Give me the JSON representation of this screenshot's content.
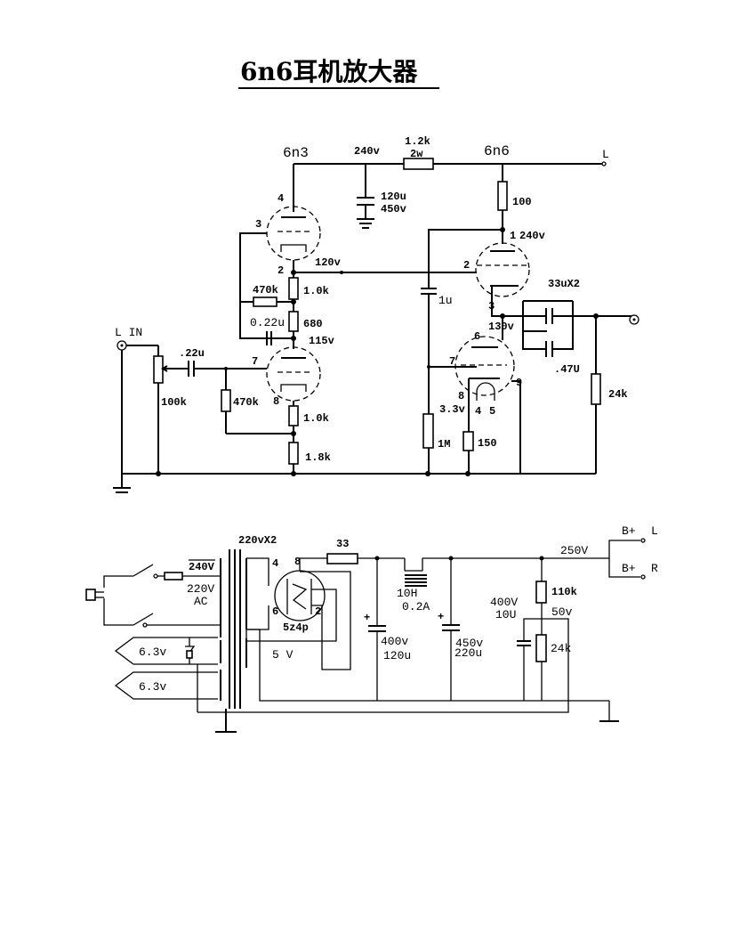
{
  "title": "6n6耳机放大器",
  "amp": {
    "tube1": "6n3",
    "tube2": "6n6",
    "b_voltage": "240v",
    "r_drop_value": "1.2k",
    "r_drop_power": "2w",
    "filter_cap_value": "120u",
    "filter_cap_voltage": "450v",
    "output_label": "L",
    "r_plate2": "100",
    "plate2_voltage": "240v",
    "pin1": "1",
    "pin2_a": "2",
    "pin3_a": "3",
    "pin4_a": "4",
    "pin2_b": "2",
    "pin3_b": "3",
    "pin6": "6",
    "pin7_a": "7",
    "pin7_b": "7",
    "pin8_a": "8",
    "pin8_b": "8",
    "pin9": "9",
    "pin4_b": "4",
    "pin5": "5",
    "v_grid2": "120v",
    "r_fb": "470k",
    "r_k1a": "1.0k",
    "c_fb": "0.22u",
    "r_680": "680",
    "v_115": "115v",
    "c_couple": "1u",
    "c_out": "33uX2",
    "c_out2": ".47U",
    "v_130": "130v",
    "input_label": "L IN",
    "c_in": ".22u",
    "pot": "100k",
    "r_grid1": "470k",
    "r_k1b": "1.0k",
    "r_k1c": "1.8k",
    "v_33": "3.3v",
    "r_1m": "1M",
    "r_150": "150",
    "r_24k": "24k"
  },
  "psu": {
    "trans_sec": "220vX2",
    "v240": "240V",
    "v220": "220V",
    "ac": "AC",
    "h1": "6.3v",
    "h2": "6.3v",
    "rect": "5z4p",
    "rect_pin4": "4",
    "rect_pin8": "8",
    "rect_pin6": "6",
    "rect_pin2": "2",
    "fil": "5 V",
    "r33": "33",
    "choke": "10H",
    "choke_i": "0.2A",
    "c1_v": "400v",
    "c1_c": "120u",
    "c2_v": "450v",
    "c2_c": "220u",
    "v250": "250V",
    "bplus_l": "B+",
    "bplus_l_ch": "L",
    "bplus_r": "B+",
    "bplus_r_ch": "R",
    "c3_v": "400V",
    "c3_c": "10U",
    "r110": "110k",
    "v50": "50v",
    "r24": "24k",
    "plus1": "+",
    "plus2": "+"
  }
}
